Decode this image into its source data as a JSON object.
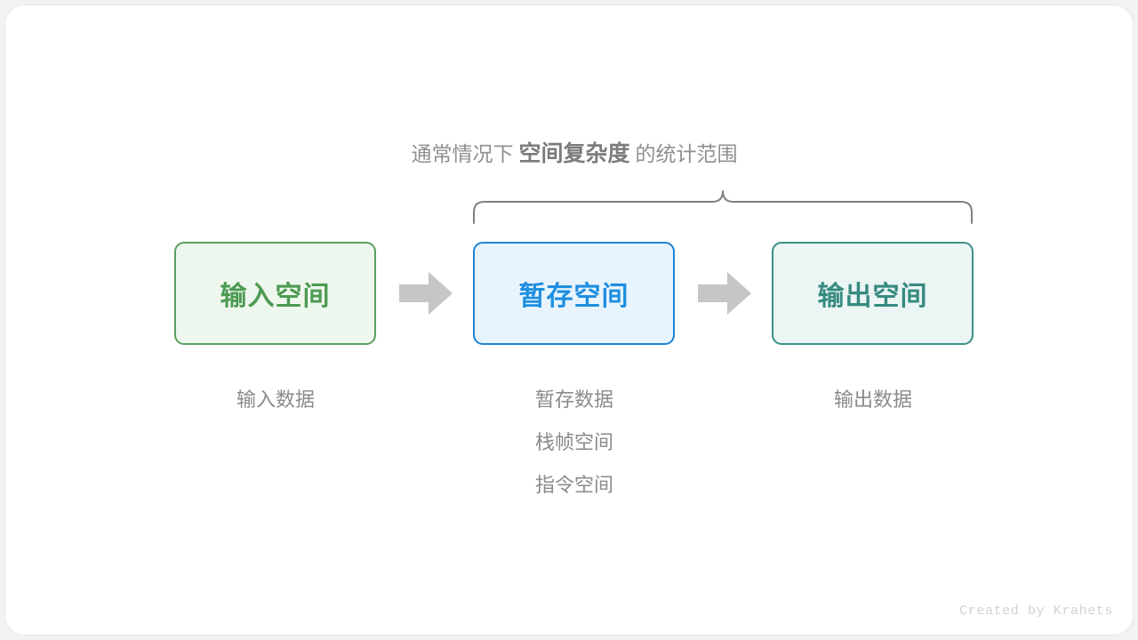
{
  "diagram": {
    "caption": {
      "prefix": "通常情况下",
      "emphasis": "空间复杂度",
      "suffix": "的统计范围"
    },
    "brace": {
      "name": "curly-brace-spanning-temp-and-output",
      "color": "#808080",
      "span_start_label": "暂存空间",
      "span_end_label": "输出空间"
    },
    "boxes": [
      {
        "title": "输入空间",
        "text_color": "#4d9a52",
        "border_color": "#5aa05e",
        "fill_color": "#eef7ee"
      },
      {
        "title": "暂存空间",
        "text_color": "#1f8ee0",
        "border_color": "#1c84d4",
        "fill_color": "#e8f4fd"
      },
      {
        "title": "输出空间",
        "text_color": "#368a80",
        "border_color": "#3a9188",
        "fill_color": "#ebf5f3"
      }
    ],
    "arrows": [
      {
        "name": "arrow-input-to-temp",
        "color": "#c6c6c6"
      },
      {
        "name": "arrow-temp-to-output",
        "color": "#c6c6c6"
      }
    ],
    "columns": [
      {
        "labels": [
          "输入数据"
        ]
      },
      {
        "labels": [
          "暂存数据",
          "栈帧空间",
          "指令空间"
        ]
      },
      {
        "labels": [
          "输出数据"
        ]
      }
    ],
    "label_color": "#8a8a8a",
    "watermark": "Created by Krahets"
  }
}
